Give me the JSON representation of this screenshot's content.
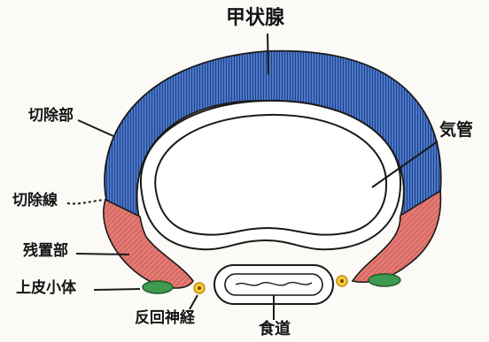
{
  "labels": {
    "thyroid": "甲状腺",
    "trachea": "気管",
    "resected_part": "切除部",
    "resection_line": "切除線",
    "remnant_part": "残置部",
    "parathyroid": "上皮小体",
    "recurrent_nerve": "反回神経",
    "esophagus": "食道"
  },
  "colors": {
    "resected_fill": "#3f6fbf",
    "remnant_fill": "#e0706e",
    "parathyroid_fill": "#3d9a4e",
    "nerve_fill": "#e8b82a",
    "outline": "#1a1a1a"
  }
}
